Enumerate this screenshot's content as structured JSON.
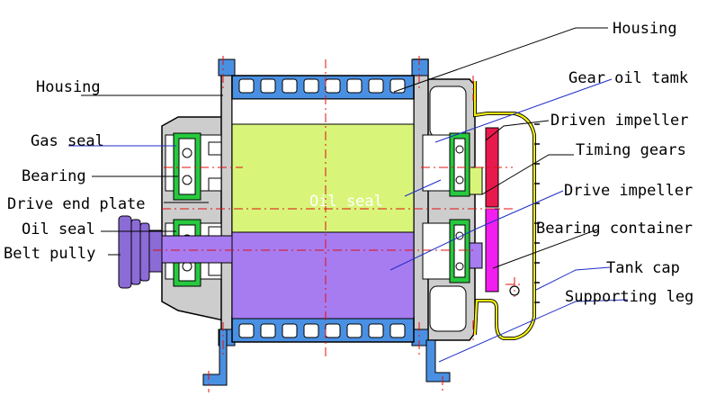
{
  "labels": {
    "housing_top": "Housing",
    "housing_left": "Housing",
    "gear_oil_tank": "Gear oil tamk",
    "driven_impeller": "Driven impeller",
    "gas_seal": "Gas seal",
    "timing_gears": "Timing gears",
    "bearing": "Bearing",
    "drive_impeller": "Drive impeller",
    "oil_seal_center": "Oil seal",
    "drive_end_plate": "Drive end plate",
    "bearing_container": "Bearing container",
    "oil_seal_left": "Oil seal",
    "belt_pully": "Belt pully",
    "tank_cap": "Tank cap",
    "supporting_leg": "Supporting leg"
  },
  "colors": {
    "housing_blue": "#4a90e2",
    "impeller_upper": "#d8f57a",
    "impeller_lower": "#a77cf0",
    "gear_red": "#e8194d",
    "gear_magenta": "#f21ef0",
    "tank_yellow": "#f3f011",
    "seal_green": "#27c93f",
    "body_gray": "#cdcdcd",
    "pulley_purple": "#8b6bd6",
    "leader_blue": "#1f2ec8",
    "centerline_red": "#e01010"
  }
}
